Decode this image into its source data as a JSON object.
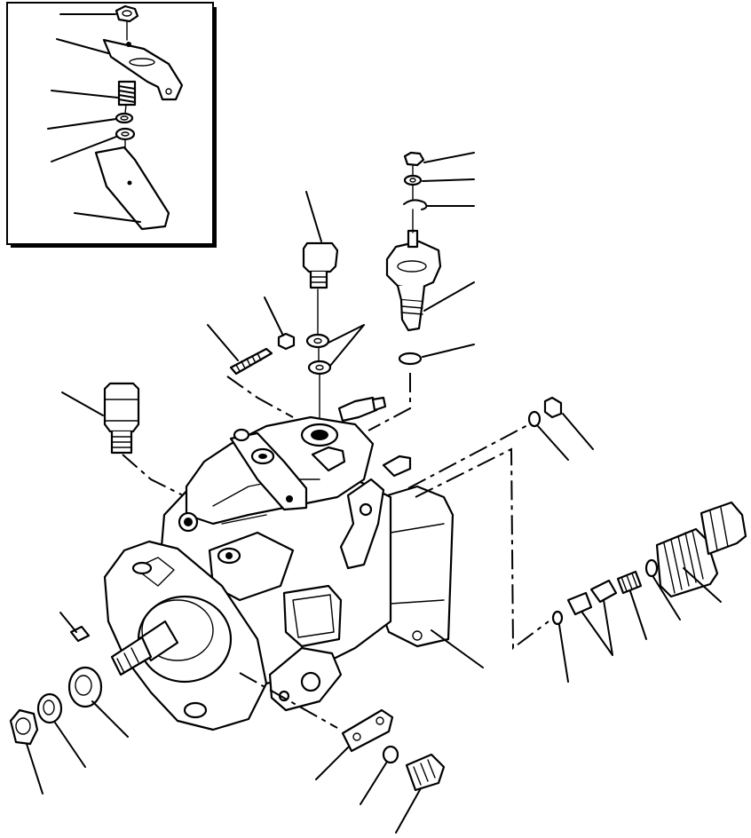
{
  "figure": {
    "type": "exploded-parts-diagram",
    "subject": "fuel-injection-pump",
    "inset": true,
    "callout_count": 24,
    "line_color": "#000000",
    "background": "#ffffff"
  }
}
